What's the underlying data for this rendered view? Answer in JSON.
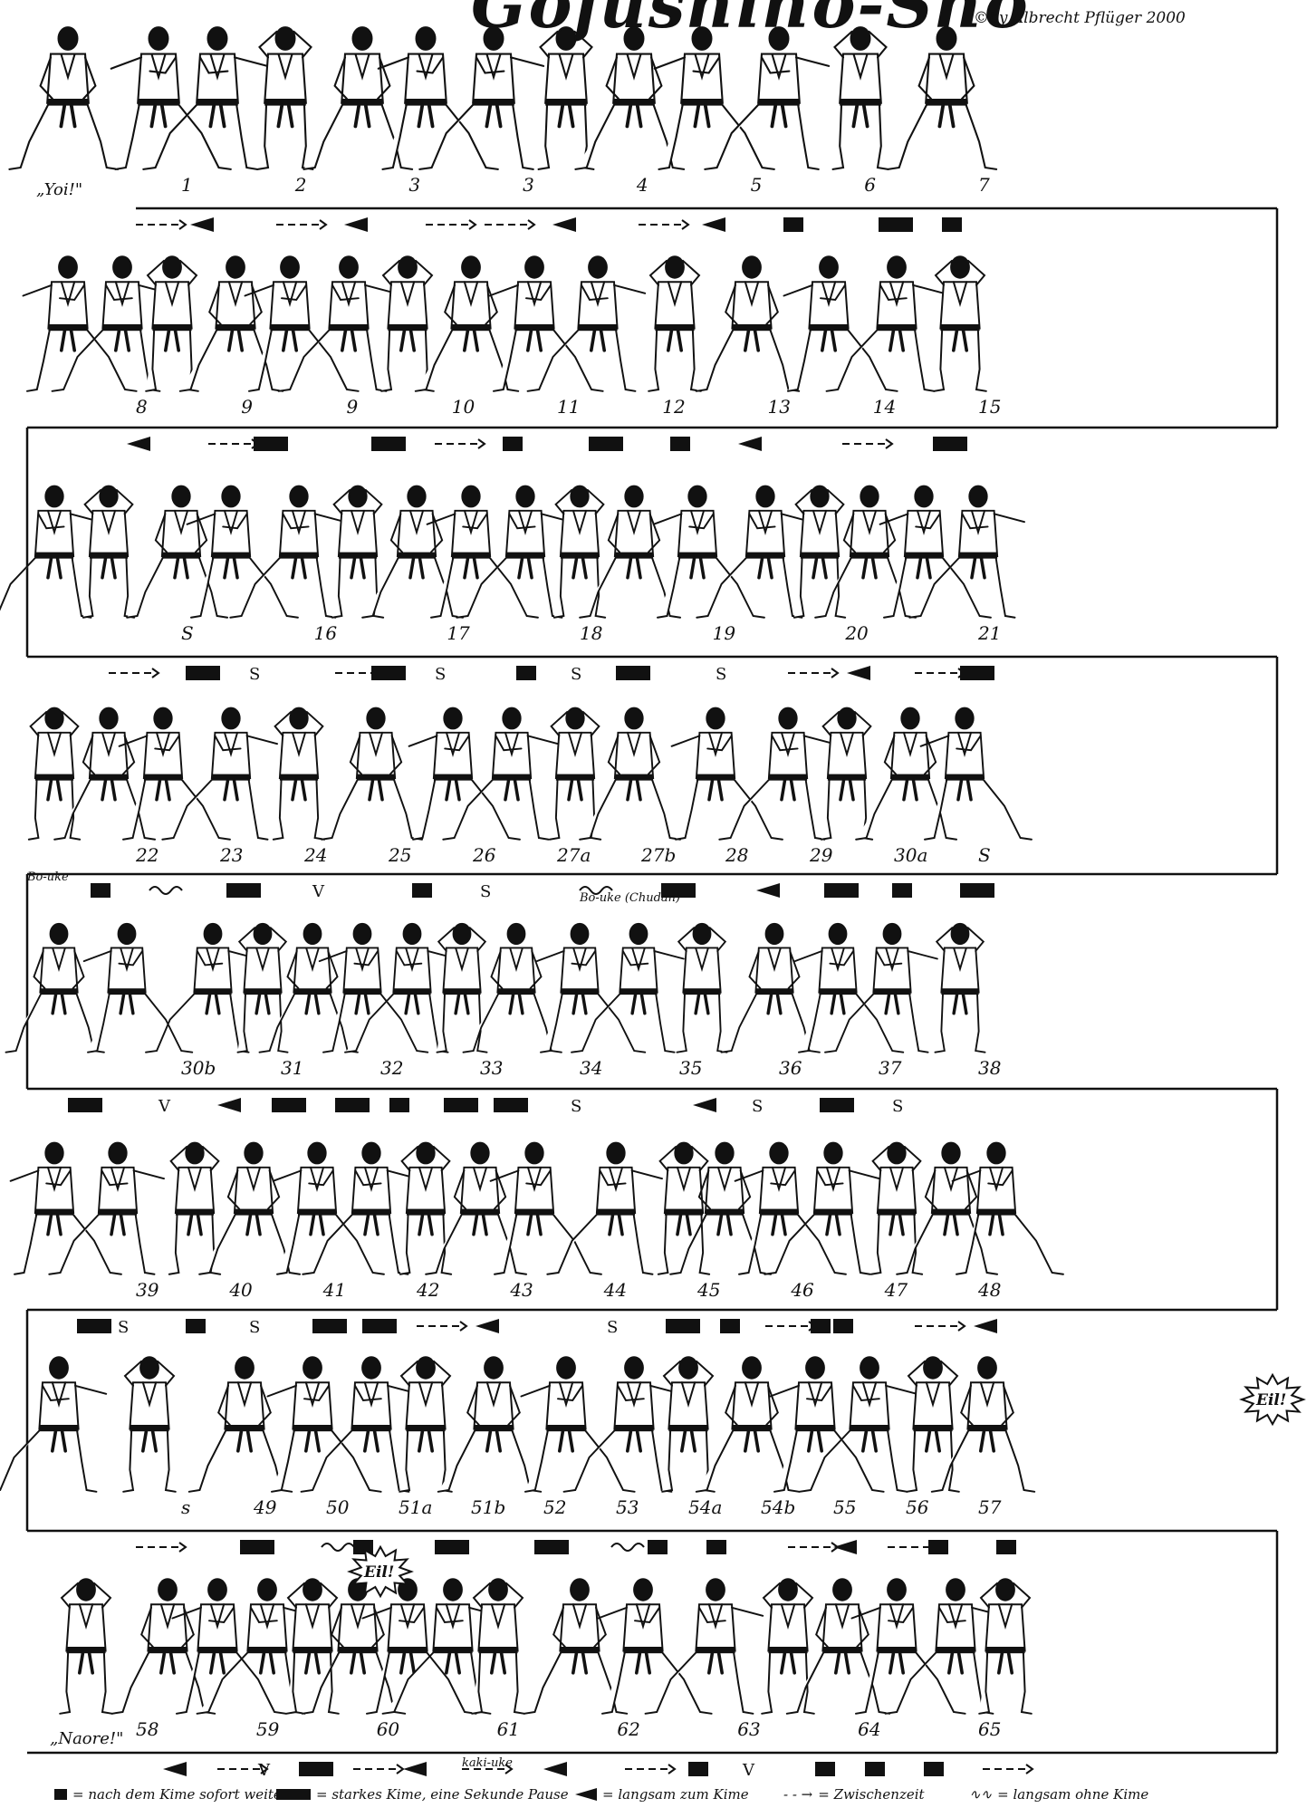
{
  "title": "Gojushiho-Sho",
  "copyright": "©by Albrecht Pflüger 2000",
  "start_label": "„Yoi!\"",
  "end_label": "„Naore!\"",
  "kiai": [
    "Eil!",
    "Eil!"
  ],
  "notes": {
    "bo_uke": "Bo-uke",
    "bo_uke_chudan": "Bo-uke (Chudan)",
    "kake_uke": "kaki-uke"
  },
  "rows": [
    {
      "numbers": [
        "1",
        "2",
        "3",
        "3",
        "4",
        "5",
        "6",
        "7"
      ],
      "markers": [
        [
          "d",
          150
        ],
        [
          "t",
          210
        ],
        [
          "d",
          305
        ],
        [
          "t",
          380
        ],
        [
          "d",
          470
        ],
        [
          "d",
          535
        ],
        [
          "t",
          610
        ],
        [
          "d",
          705
        ],
        [
          "t",
          775
        ],
        [
          "s",
          865
        ],
        [
          "r",
          970
        ],
        [
          "s",
          1040
        ]
      ]
    },
    {
      "numbers": [
        "15",
        "14",
        "13",
        "12",
        "11",
        "10",
        "9",
        "9",
        "8"
      ],
      "markers": [
        [
          "t",
          140
        ],
        [
          "d",
          230
        ],
        [
          "r",
          280
        ],
        [
          "r",
          410
        ],
        [
          "d",
          480
        ],
        [
          "s",
          555
        ],
        [
          "r",
          650
        ],
        [
          "s",
          740
        ],
        [
          "t",
          815
        ],
        [
          "d",
          930
        ],
        [
          "r",
          1030
        ]
      ]
    },
    {
      "numbers": [
        "S",
        "16",
        "17",
        "18",
        "19",
        "20",
        "21"
      ],
      "markers": [
        [
          "d",
          120
        ],
        [
          "r",
          205
        ],
        [
          "S",
          275
        ],
        [
          "d",
          370
        ],
        [
          "r",
          410
        ],
        [
          "S",
          480
        ],
        [
          "s",
          570
        ],
        [
          "S",
          630
        ],
        [
          "r",
          680
        ],
        [
          "S",
          790
        ],
        [
          "d",
          870
        ],
        [
          "t",
          935
        ],
        [
          "d",
          1010
        ],
        [
          "r",
          1060
        ]
      ]
    },
    {
      "numbers": [
        "S",
        "30a",
        "29",
        "28",
        "27b",
        "27a",
        "26",
        "25",
        "24",
        "23",
        "22"
      ],
      "markers": [
        [
          "s",
          100
        ],
        [
          "w",
          165
        ],
        [
          "r",
          250
        ],
        [
          "V",
          345
        ],
        [
          "s",
          455
        ],
        [
          "S",
          530
        ],
        [
          "w",
          640
        ],
        [
          "r",
          730
        ],
        [
          "t",
          835
        ],
        [
          "r",
          910
        ],
        [
          "s",
          985
        ],
        [
          "r",
          1060
        ]
      ]
    },
    {
      "numbers": [
        "30b",
        "31",
        "32",
        "33",
        "34",
        "35",
        "36",
        "37",
        "38"
      ],
      "markers": [
        [
          "r",
          75
        ],
        [
          "V",
          175
        ],
        [
          "t",
          240
        ],
        [
          "r",
          300
        ],
        [
          "r",
          370
        ],
        [
          "s",
          430
        ],
        [
          "r",
          490
        ],
        [
          "r",
          545
        ],
        [
          "S",
          630
        ],
        [
          "t",
          765
        ],
        [
          "S",
          830
        ],
        [
          "r",
          905
        ],
        [
          "S",
          985
        ]
      ]
    },
    {
      "numbers": [
        "48",
        "47",
        "46",
        "45",
        "44",
        "43",
        "42",
        "41",
        "40",
        "39"
      ],
      "markers": [
        [
          "r",
          85
        ],
        [
          "S",
          130
        ],
        [
          "s",
          205
        ],
        [
          "S",
          275
        ],
        [
          "r",
          345
        ],
        [
          "r",
          400
        ],
        [
          "d",
          460
        ],
        [
          "t",
          525
        ],
        [
          "S",
          670
        ],
        [
          "r",
          735
        ],
        [
          "s",
          795
        ],
        [
          "d",
          845
        ],
        [
          "s",
          895
        ],
        [
          "s",
          920
        ],
        [
          "d",
          1010
        ],
        [
          "t",
          1075
        ]
      ]
    },
    {
      "numbers": [
        "s",
        "49",
        "50",
        "51a",
        "51b",
        "52",
        "53",
        "54a",
        "54b",
        "55",
        "56",
        "57"
      ],
      "markers": [
        [
          "d",
          150
        ],
        [
          "r",
          265
        ],
        [
          "w",
          355
        ],
        [
          "s",
          390
        ],
        [
          "r",
          480
        ],
        [
          "r",
          590
        ],
        [
          "w",
          675
        ],
        [
          "s",
          715
        ],
        [
          "s",
          780
        ],
        [
          "d",
          870
        ],
        [
          "t",
          920
        ],
        [
          "d",
          980
        ],
        [
          "s",
          1025
        ],
        [
          "s",
          1100
        ]
      ]
    },
    {
      "numbers": [
        "65",
        "64",
        "63",
        "62",
        "61",
        "60",
        "59",
        "58"
      ],
      "markers": [
        [
          "t",
          180
        ],
        [
          "d",
          240
        ],
        [
          "V",
          285
        ],
        [
          "r",
          330
        ],
        [
          "d",
          390
        ],
        [
          "t",
          445
        ],
        [
          "d",
          510
        ],
        [
          "t",
          600
        ],
        [
          "d",
          690
        ],
        [
          "s",
          760
        ],
        [
          "V",
          820
        ],
        [
          "s",
          900
        ],
        [
          "s",
          955
        ],
        [
          "s",
          1020
        ],
        [
          "d",
          1085
        ]
      ]
    }
  ],
  "legend": {
    "square": "= nach dem Kime sofort weiter",
    "rect": "= starkes Kime, eine Sekunde Pause",
    "triangle": "= langsam zum Kime",
    "dashed": "= Zwischenzeit",
    "wave": "= langsam ohne Kime"
  }
}
